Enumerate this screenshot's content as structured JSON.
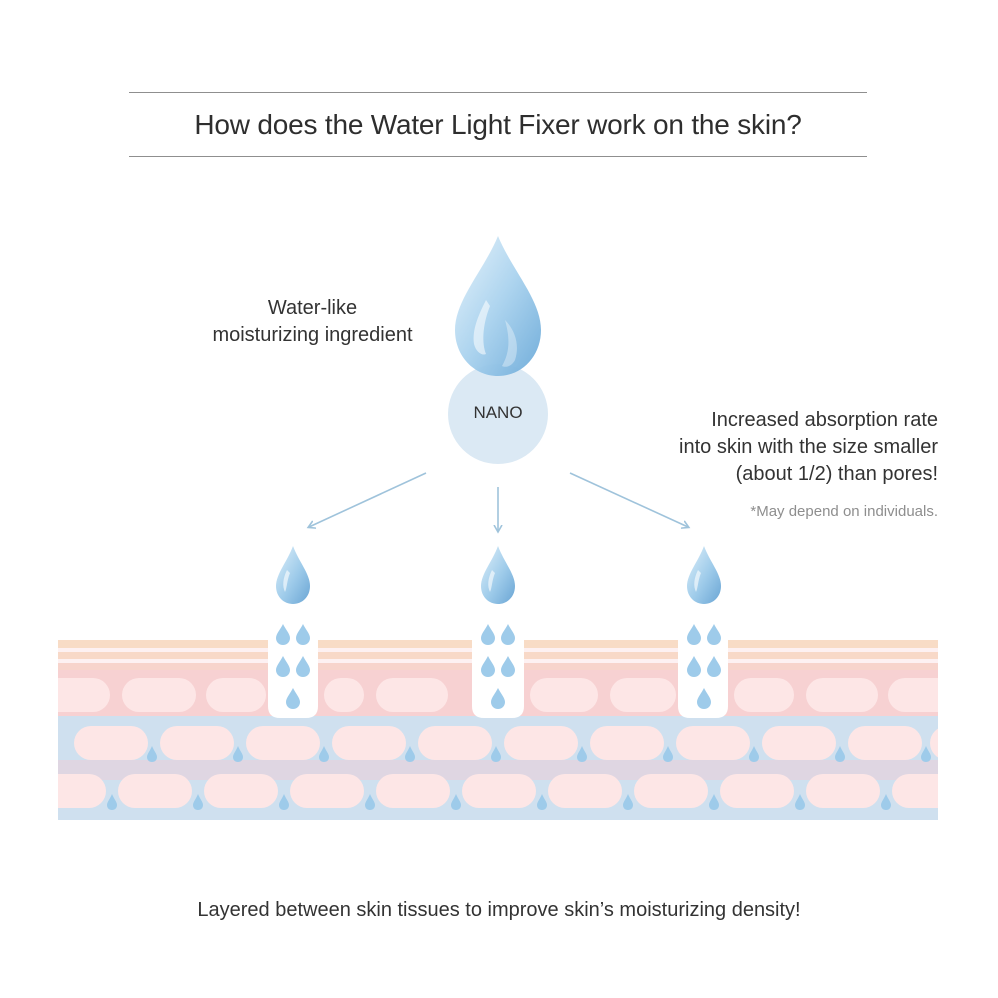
{
  "header": {
    "title": "How does the Water Light Fixer work on the skin?"
  },
  "diagram": {
    "left_label": {
      "line1": "Water-like",
      "line2": "moisturizing ingredient"
    },
    "nano_label": "NANO",
    "right_label": {
      "line1": "Increased absorption rate",
      "line2": "into skin with the size smaller",
      "line3": "(about 1/2) than pores!"
    },
    "note": "*May depend on individuals."
  },
  "footer": {
    "caption": "Layered between skin tissues to improve skin’s moisturizing density!"
  },
  "colors": {
    "drop_light": "#d9ecf8",
    "drop_mid": "#9ccbea",
    "drop_dark": "#6faedb",
    "nano_circle": "#dbe9f4",
    "arrow": "#9fc3db",
    "skin_top_stripe": "#f8dcc8",
    "skin_pink": "#f7cfd0",
    "skin_cell": "#fde7e6",
    "skin_blue": "#c8dcee"
  }
}
